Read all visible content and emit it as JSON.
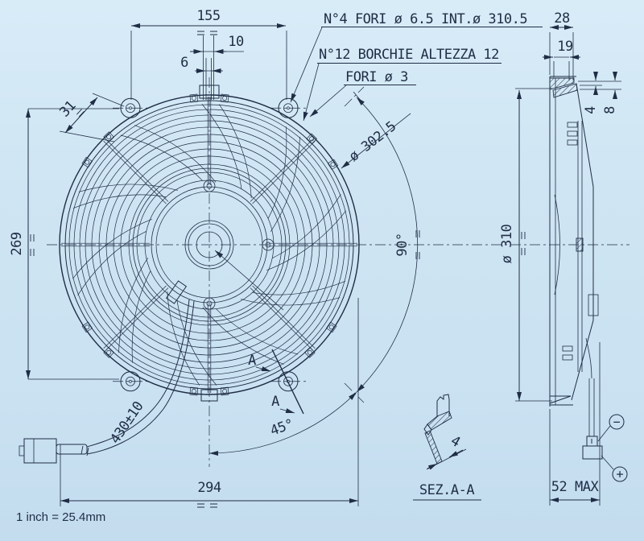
{
  "colors": {
    "background": "#cfe5f3",
    "line": "#1f2d45"
  },
  "notes": {
    "holes": "N°4 FORI ø 6.5 INT.ø 310.5",
    "studs": "N°12 BORCHIE ALTEZZA 12",
    "stud_holes": "FORI ø 3"
  },
  "front_view": {
    "dim_155": "155",
    "dim_10": "10",
    "dim_6": "6",
    "dim_31": "31",
    "dim_269": "269",
    "dim_294": "294",
    "dia_302": "ø 302.5",
    "angle_90": "90°",
    "angle_45": "45°",
    "cable_length": "430±10",
    "section_marker_top": "A",
    "section_marker_bottom": "A"
  },
  "side_view": {
    "dim_28": "28",
    "dim_19": "19",
    "dim_4": "4",
    "dim_8": "8",
    "dia_310": "ø 310",
    "dim_52": "52 MAX",
    "minus_symbol": "−",
    "plus_symbol": "+"
  },
  "section": {
    "label": "SEZ.A-A",
    "dim_4": "4"
  },
  "footer": {
    "scale_note": "1 inch = 25.4mm"
  }
}
